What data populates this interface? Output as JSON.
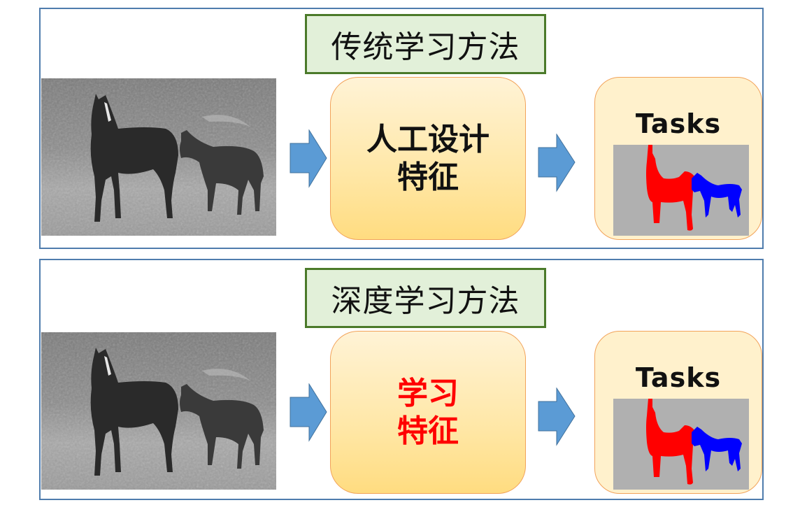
{
  "panels": [
    {
      "id": "traditional",
      "title": "传统学习方法",
      "feature_lines": [
        "人工设计",
        "特征"
      ],
      "feature_text_color": "#111111",
      "tasks_label": "Tasks"
    },
    {
      "id": "deep",
      "title": "深度学习方法",
      "feature_lines": [
        "学习",
        "特征"
      ],
      "feature_text_color": "#FF0000",
      "tasks_label": "Tasks"
    }
  ],
  "colors": {
    "panel_border": "#4F7CAD",
    "title_fill": "#E2F0D9",
    "title_border": "#4B7A2A",
    "arrow_fill": "#5B9BD5",
    "box_border": "#F2A35A",
    "feature_fill_top": "#FFF3D6",
    "feature_fill_bottom": "#FFDC80",
    "tasks_fill": "#FFF1CC",
    "seg_background": "#B0B0B0",
    "seg_mare": "#FF0000",
    "seg_foal": "#0000FF"
  },
  "images": {
    "input": "grayscale photo of a mare and foal in a grassy field",
    "output": "segmentation mask: mare in red, foal in blue on grey background"
  }
}
